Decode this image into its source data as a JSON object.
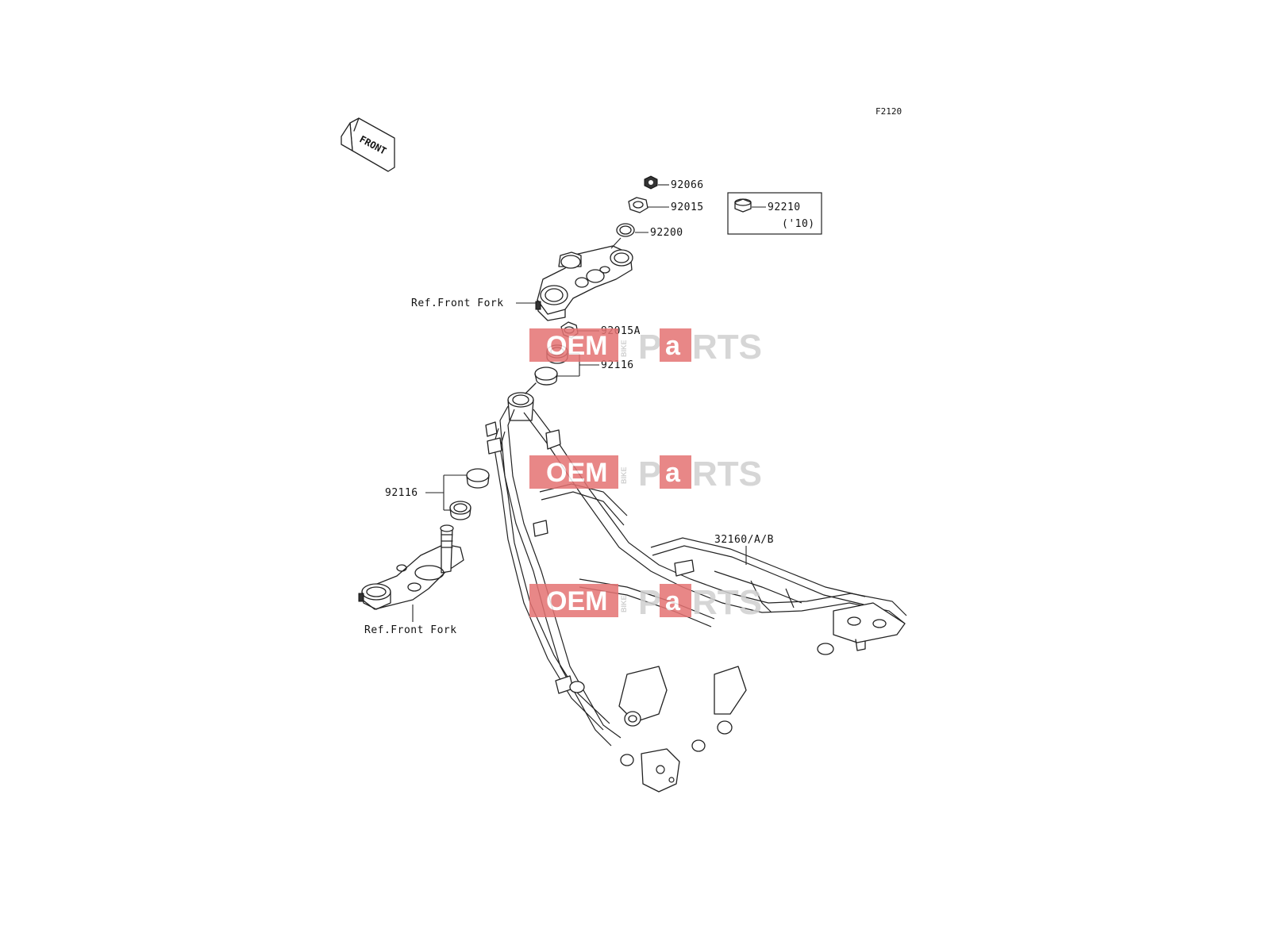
{
  "diagram": {
    "code": "F2120",
    "front_label": "FRONT",
    "watermark": {
      "red_text": "OEM",
      "small_text": "BIKE",
      "a_text": "a",
      "grey_text_1": "P",
      "grey_text_2": "RTS"
    },
    "callouts": {
      "p92066": "92066",
      "p92015": "92015",
      "p92200": "92200",
      "p92210": "92210",
      "p92210_note": "('10)",
      "ref_front_fork_top": "Ref.Front Fork",
      "p92015A": "92015A",
      "p92116_top": "92116",
      "p92116_bottom": "92116",
      "p32160": "32160/A/B",
      "ref_front_fork_bottom": "Ref.Front Fork"
    }
  }
}
